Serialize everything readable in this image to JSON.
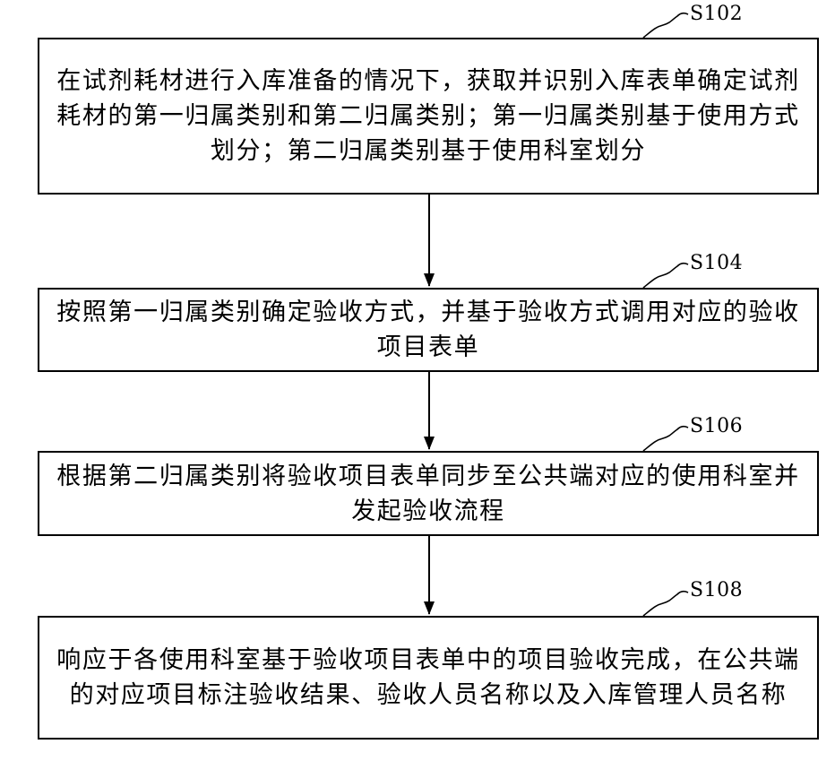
{
  "diagram": {
    "steps": [
      {
        "label": "S102",
        "text": "在试剂耗材进行入库准备的情况下，获取并识别入库表单确定试剂耗材的第一归属类别和第二归属类别；第一归属类别基于使用方式划分；第二归属类别基于使用科室划分"
      },
      {
        "label": "S104",
        "text": "按照第一归属类别确定验收方式，并基于验收方式调用对应的验收项目表单"
      },
      {
        "label": "S106",
        "text": "根据第二归属类别将验收项目表单同步至公共端对应的使用科室并发起验收流程"
      },
      {
        "label": "S108",
        "text": "响应于各使用科室基于验收项目表单中的项目验收完成，在公共端的对应项目标注验收结果、验收人员名称以及入库管理人员名称"
      }
    ]
  }
}
